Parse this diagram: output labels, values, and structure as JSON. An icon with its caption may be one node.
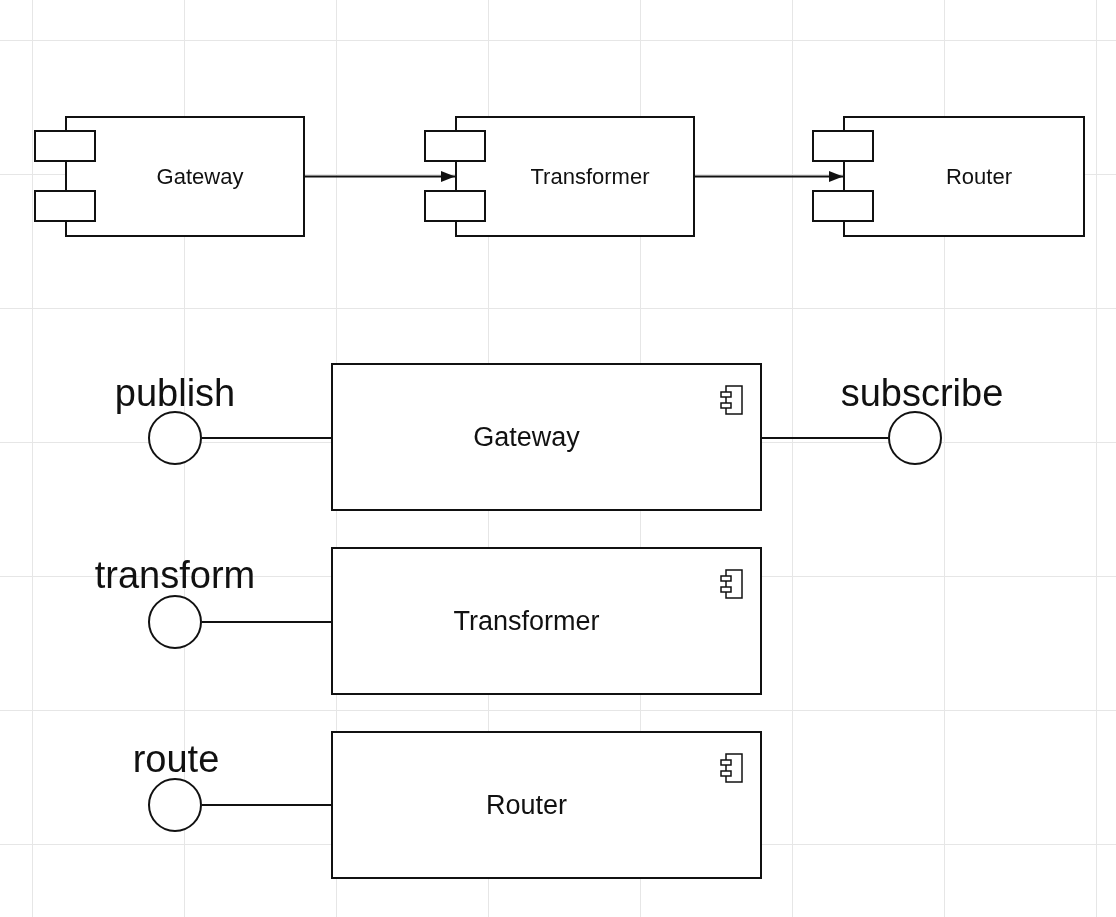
{
  "diagram": {
    "nodes": [
      {
        "text": [
          "Gateway"
        ]
      },
      {
        "text": [
          "Transformer"
        ]
      },
      {
        "text": [
          "Router"
        ]
      },
      {
        "text": [],
        "shape": "circle",
        "beside": [
          "publish"
        ]
      },
      {
        "text": [
          "Gateway"
        ]
      },
      {
        "text": [],
        "shape": "circle",
        "beside": [
          "subscribe"
        ]
      },
      {
        "text": [],
        "shape": "circle",
        "beside": [
          "transform"
        ]
      },
      {
        "text": [
          "Transformer"
        ]
      },
      {
        "text": [],
        "shape": "circle",
        "beside": [
          "route"
        ]
      },
      {
        "text": [
          "Router"
        ]
      }
    ],
    "edges": [
      {
        "from": 0,
        "to": 1,
        "arrow": "to"
      },
      {
        "from": 1,
        "to": 2,
        "arrow": "to"
      },
      {
        "from": 3,
        "to": 4,
        "arrow": "none"
      },
      {
        "from": 4,
        "to": 5,
        "arrow": "none"
      },
      {
        "from": 6,
        "to": 7,
        "arrow": "none"
      },
      {
        "from": 8,
        "to": 9,
        "arrow": "none"
      }
    ]
  }
}
